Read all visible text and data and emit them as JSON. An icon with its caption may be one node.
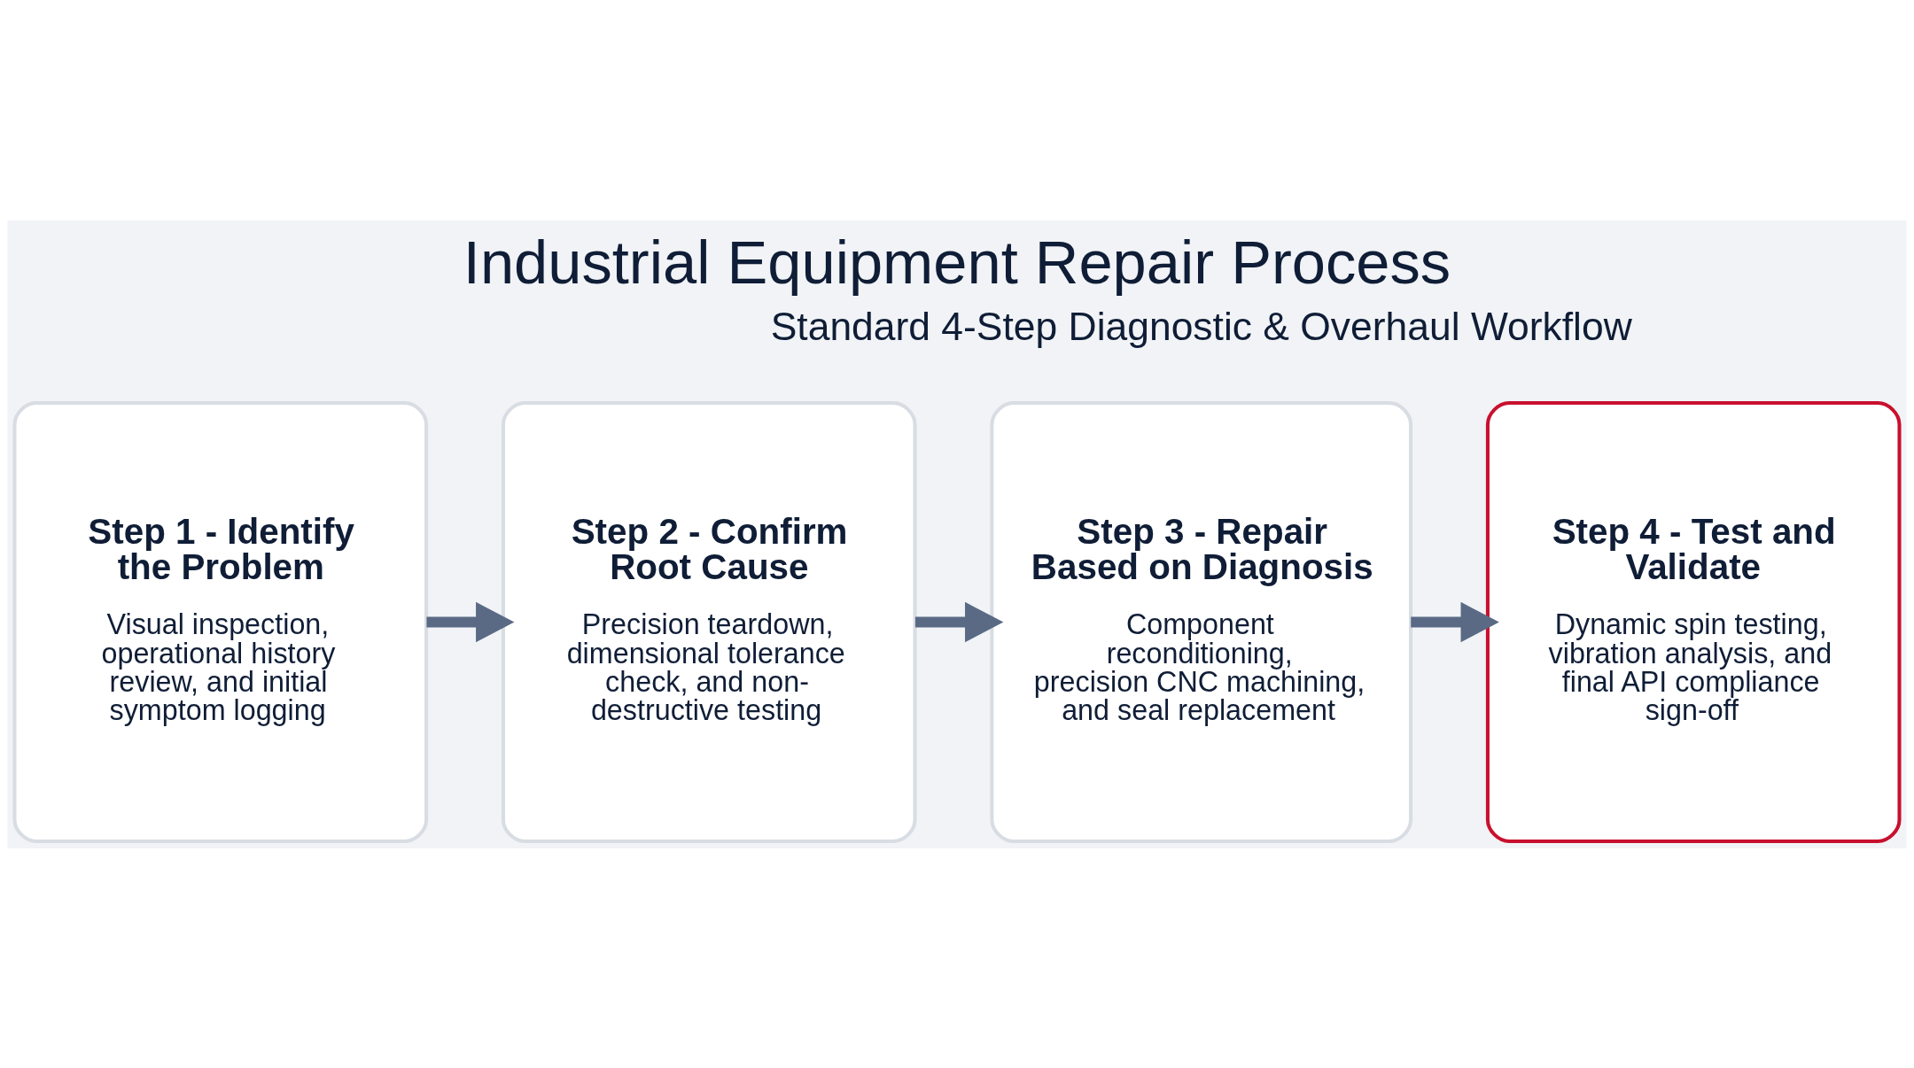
{
  "diagram": {
    "title": "Industrial Equipment Repair Process",
    "nodes": [
      {
        "text": [
          "Step 1 - Identify the Problem",
          "Visual inspection, operational history review, and initial symptom logging"
        ]
      },
      {
        "text": [
          "Step 2 - Confirm Root Cause",
          "Precision teardown, dimensional tolerance check, and non-destructive testing"
        ]
      },
      {
        "text": [
          "Step 3 - Repair Based on Diagnosis",
          "Component reconditioning, precision CNC machining, and seal replacement"
        ]
      },
      {
        "text": [
          "Step 4 - Test and Validate",
          "Dynamic spin testing, vibration analysis, and final API compliance sign-off"
        ]
      }
    ],
    "edges": [
      {
        "from": 0,
        "to": 1,
        "arrow": "to"
      },
      {
        "from": 1,
        "to": 2,
        "arrow": "to"
      },
      {
        "from": 2,
        "to": 3,
        "arrow": "to"
      }
    ],
    "labels": [
      "Standard 4-Step Diagnostic & Overhaul Workflow"
    ]
  }
}
